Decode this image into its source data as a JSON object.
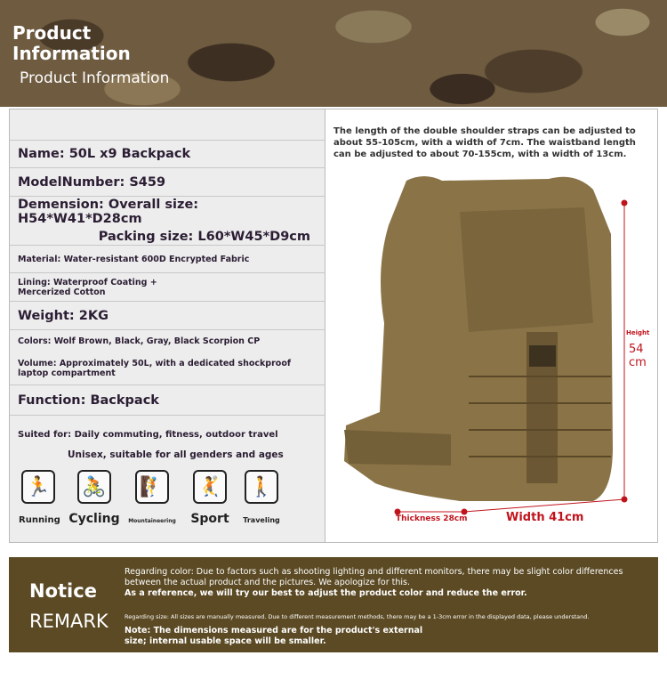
{
  "header": {
    "title": "Product Information",
    "subtitle": "Product Information"
  },
  "specs": {
    "name": "Name: 50L x9 Backpack",
    "model": "ModelNumber: S459",
    "dimension": "Demension: Overall size: H54*W41*D28cm",
    "packing": "Packing size: L60*W45*D9cm",
    "material": "Material: Water-resistant 600D Encrypted Fabric",
    "lining": "Lining: Waterproof Coating + Mercerized Cotton",
    "weight": "Weight: 2KG",
    "colors": "Colors: Wolf Brown, Black, Gray, Black Scorpion CP",
    "volume": "Volume: Approximately 50L, with a dedicated shockproof laptop compartment",
    "function": "Function: Backpack",
    "suited": "Suited for: Daily commuting, fitness, outdoor travel",
    "unisex": "Unisex, suitable for all genders and ages"
  },
  "activities": [
    {
      "label": "Running",
      "icon": "running-icon"
    },
    {
      "label": "Cycling",
      "icon": "cycling-icon"
    },
    {
      "label": "Mountaineering",
      "icon": "mountaineering-icon"
    },
    {
      "label": "Sport",
      "icon": "sport-icon"
    },
    {
      "label": "Traveling",
      "icon": "traveling-icon"
    }
  ],
  "product": {
    "strap_note": "The length of the double shoulder straps can be adjusted to about 55-105cm, with a width of 7cm. The waistband length can be adjusted to about 70-155cm, with a width of 13cm.",
    "height_label": "Height",
    "height_value": "54",
    "height_unit": "cm",
    "thickness": "Thickness 28cm",
    "width": "Width 41cm",
    "measure_color": "#c0141c"
  },
  "notice": {
    "title": "Notice",
    "subtitle": "REMARK",
    "color_note": "Regarding color: Due to factors such as shooting lighting and different monitors, there may be slight color differences between the actual product and the pictures. We apologize for this.",
    "color_note2": "As a reference, we will try our best to adjust the product color and reduce the error.",
    "size_note": "Regarding size: All sizes are manually measured. Due to different measurement methods, there may be a 1-3cm error in the displayed data, please understand.",
    "dim_note": "Note: The dimensions measured are for the product's external size; internal usable space will be smaller."
  }
}
